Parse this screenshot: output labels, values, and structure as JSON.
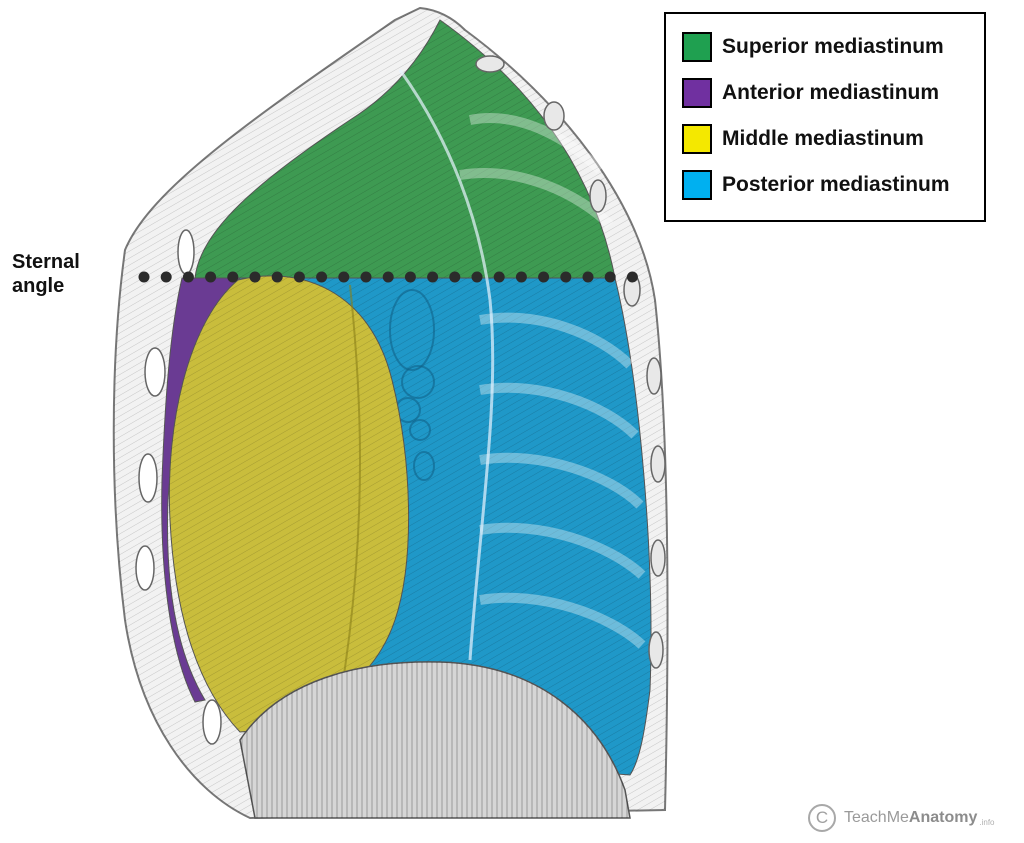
{
  "legend": {
    "items": [
      {
        "label": "Superior mediastinum",
        "color": "#1fa050"
      },
      {
        "label": "Anterior mediastinum",
        "color": "#7030a0"
      },
      {
        "label": "Middle mediastinum",
        "color": "#f4e800"
      },
      {
        "label": "Posterior mediastinum",
        "color": "#00b0f0"
      }
    ]
  },
  "sternal_angle": {
    "line1": "Sternal",
    "line2": "angle"
  },
  "watermark": {
    "symbol": "C",
    "name_regular": "TeachMe",
    "name_bold": "Anatomy",
    "suffix": ".info"
  },
  "colors": {
    "superior_region": "#3e9a52",
    "anterior_region": "#6a3b93",
    "middle_region": "#c9bd3c",
    "posterior_region": "#1f98c8",
    "diaphragm": "#d6d6d6",
    "outline": "#555555"
  }
}
